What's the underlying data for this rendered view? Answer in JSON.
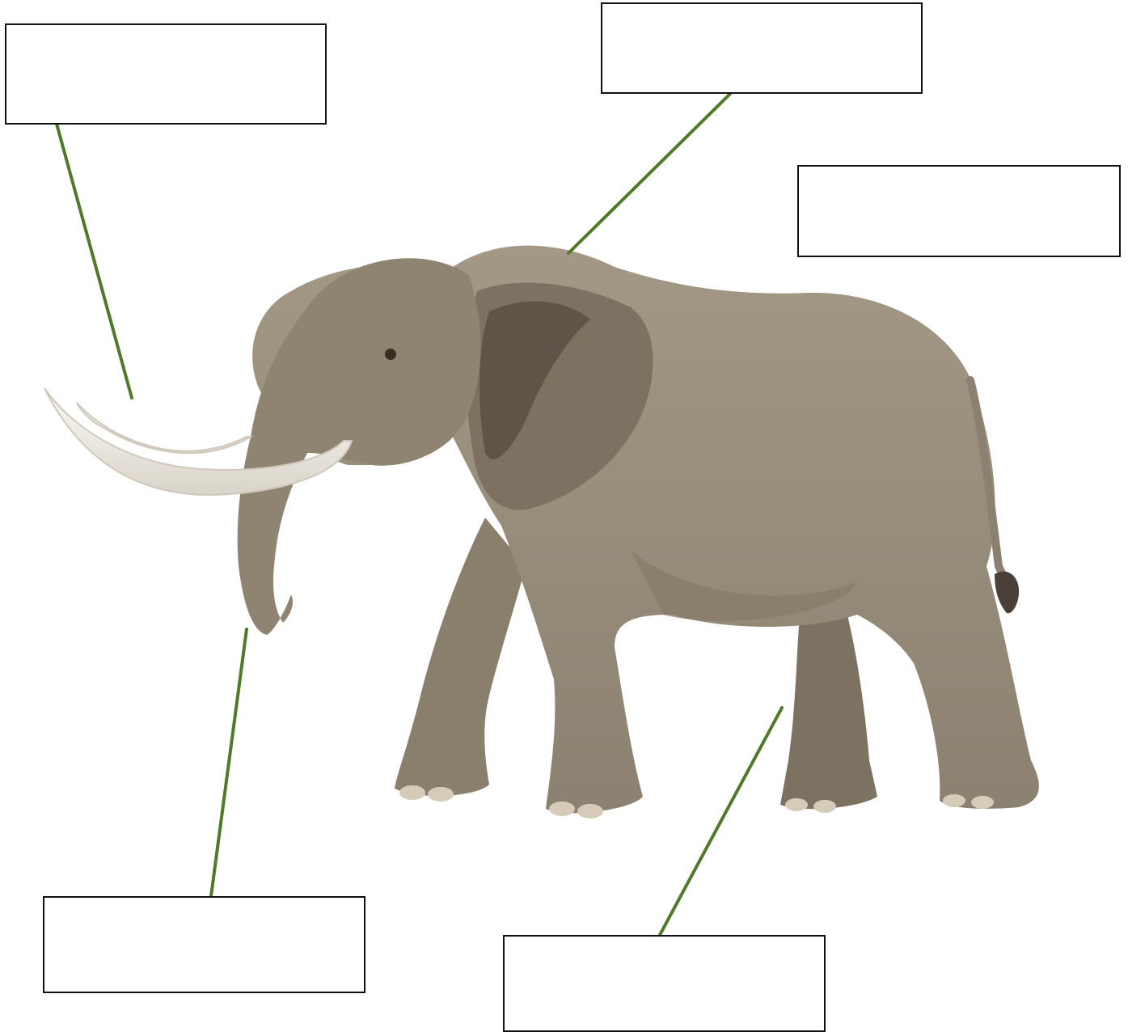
{
  "colors": {
    "leader_line": "#4e7a2a",
    "box_border": "#111111",
    "elephant_body": "#9a8f7d",
    "elephant_shadow": "#7d7262",
    "elephant_dark": "#5e5447",
    "tusk": "#efece4"
  },
  "labels": [
    {
      "id": "tusk",
      "text": ""
    },
    {
      "id": "ear",
      "text": ""
    },
    {
      "id": "tail",
      "text": ""
    },
    {
      "id": "trunk",
      "text": ""
    },
    {
      "id": "leg",
      "text": ""
    }
  ]
}
